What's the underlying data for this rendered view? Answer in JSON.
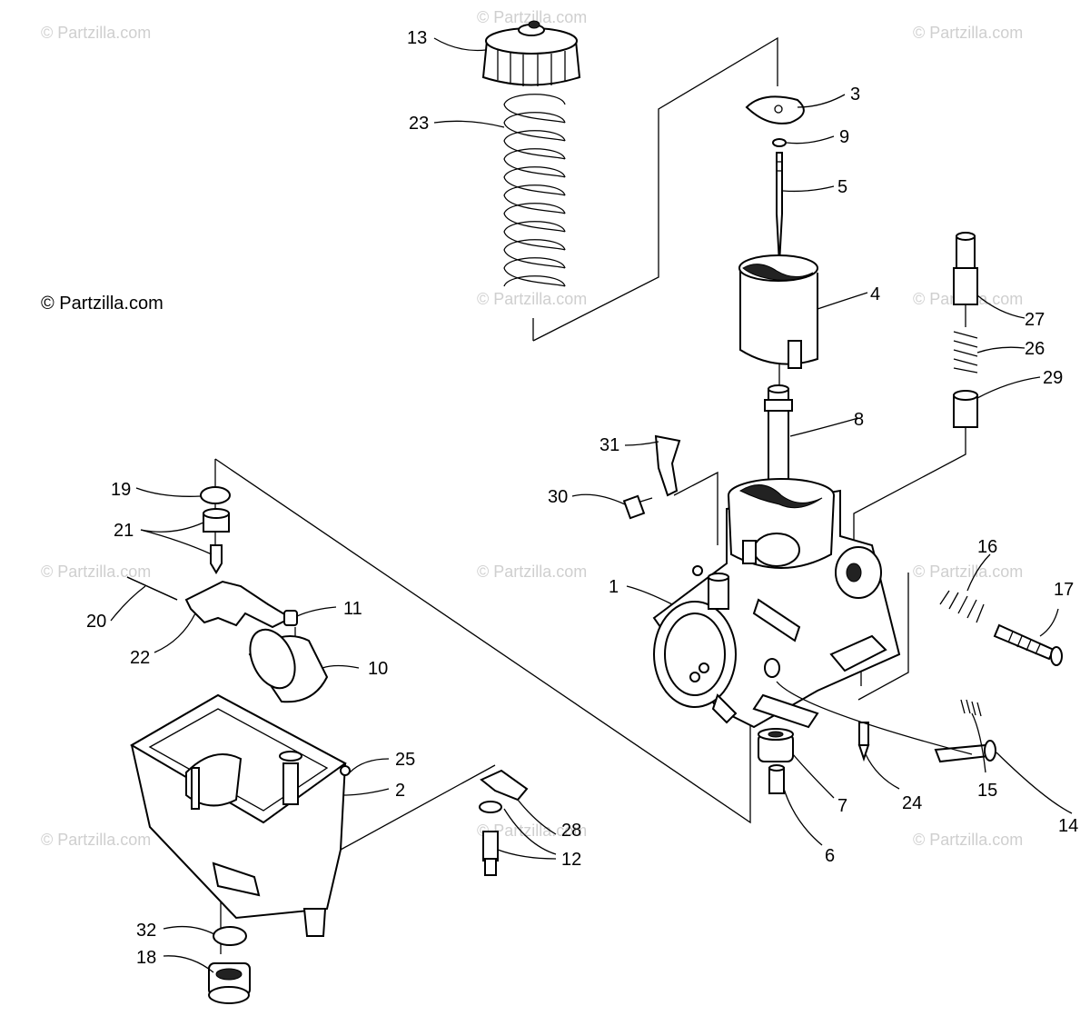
{
  "copyright": "© Partzilla.com",
  "watermark": "© Partzilla.com",
  "callouts": {
    "c1": "1",
    "c2": "2",
    "c3": "3",
    "c4": "4",
    "c5": "5",
    "c6": "6",
    "c7": "7",
    "c8": "8",
    "c9": "9",
    "c10": "10",
    "c11": "11",
    "c12": "12",
    "c13": "13",
    "c14": "14",
    "c15": "15",
    "c16": "16",
    "c17": "17",
    "c18": "18",
    "c19": "19",
    "c20": "20",
    "c21": "21",
    "c22": "22",
    "c23": "23",
    "c24": "24",
    "c25": "25",
    "c26": "26",
    "c27": "27",
    "c28": "28",
    "c29": "29",
    "c30": "30",
    "c31": "31",
    "c32": "32"
  }
}
